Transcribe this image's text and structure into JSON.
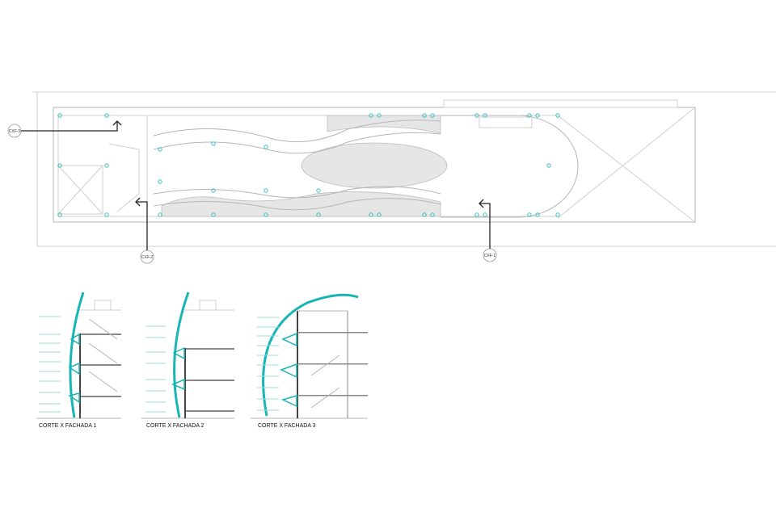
{
  "plan": {
    "section_markers": [
      {
        "id": "CXF-3"
      },
      {
        "id": "CXF-2"
      },
      {
        "id": "CXF-1"
      }
    ]
  },
  "sections": [
    {
      "caption": "CORTE X  FACHADA 1"
    },
    {
      "caption": "CORTE X  FACHADA 2"
    },
    {
      "caption": "CORTE X  FACHADA 3"
    }
  ],
  "colors": {
    "structure": "#19b5b5",
    "markers": "#222222",
    "lines": "#cfcfcf"
  }
}
